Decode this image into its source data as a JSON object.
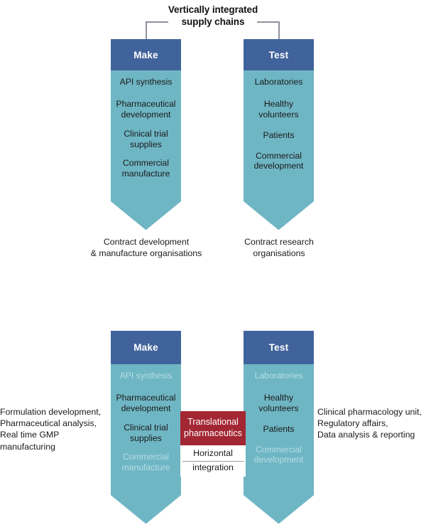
{
  "diagram": {
    "title_bracket": {
      "label": "Vertically integrated\nsupply chains"
    },
    "top": {
      "make_arrow": {
        "header": "Make",
        "stages": [
          "API synthesis",
          "Pharmaceutical\ndevelopment",
          "Clinical trial\nsupplies",
          "Commercial\nmanufacture"
        ]
      },
      "test_arrow": {
        "header": "Test",
        "stages": [
          "Laboratories",
          "Healthy\nvolunteers",
          "Patients",
          "Commercial\ndevelopment"
        ]
      },
      "make_caption": "Contract development\n& manufacture organisations",
      "test_caption": "Contract research\norganisations"
    },
    "bottom": {
      "make_arrow": {
        "header": "Make",
        "stages": [
          {
            "label": "API synthesis",
            "muted": true
          },
          {
            "label": "Pharmaceutical\ndevelopment",
            "muted": false
          },
          {
            "label": "Clinical trial\nsupplies",
            "muted": false
          },
          {
            "label": "Commercial\nmanufacture",
            "muted": true
          }
        ]
      },
      "test_arrow": {
        "header": "Test",
        "stages": [
          {
            "label": "Laboratories",
            "muted": true
          },
          {
            "label": "Healthy\nvolunteers",
            "muted": false
          },
          {
            "label": "Patients",
            "muted": false
          },
          {
            "label": "Commercial\ndevelopment",
            "muted": true
          }
        ]
      },
      "centre_box": {
        "label": "Translational\npharmaceutics",
        "integration_line1": "Horizontal",
        "integration_line2": "integration"
      },
      "left_text": "Formulation development,\nPharmaceutical analysis,\nReal time GMP\nmanufacturing",
      "right_text": "Clinical pharmacology unit,\nRegulatory affairs,\nData analysis & reporting"
    }
  },
  "colors": {
    "header_blue": "#41639C",
    "body_teal": "#6FB6C4",
    "muted_text": "#b6dde5",
    "accent_red": "#A32733",
    "bracket_grey": "#8d9199",
    "text_dark": "#1a1a1a",
    "background": "#ffffff"
  }
}
